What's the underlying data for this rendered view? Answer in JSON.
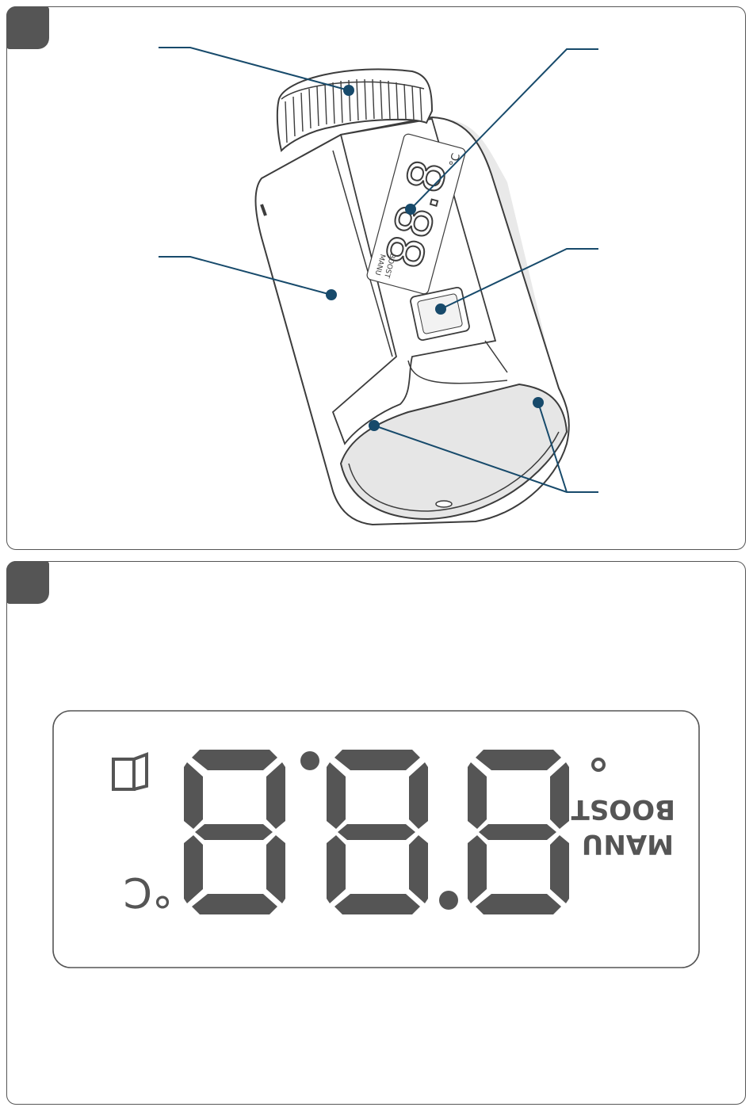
{
  "colors": {
    "frame": "#555555",
    "callout": "#174a6b",
    "segment": "#555555",
    "device_outline": "#3c3c3c",
    "device_shade": "#e6e6e6"
  },
  "figure1": {
    "device_name": "radiator-thermostat",
    "display_text": {
      "mode_manual": "MANU",
      "mode_boost": "BOOST",
      "unit": "°C"
    }
  },
  "figure2": {
    "display_digits": "88.8",
    "mode_manual": "MANU",
    "mode_boost": "BOOST",
    "unit_symbol": "°C",
    "icons": [
      "window-open-icon",
      "degree-dot-icon"
    ]
  }
}
